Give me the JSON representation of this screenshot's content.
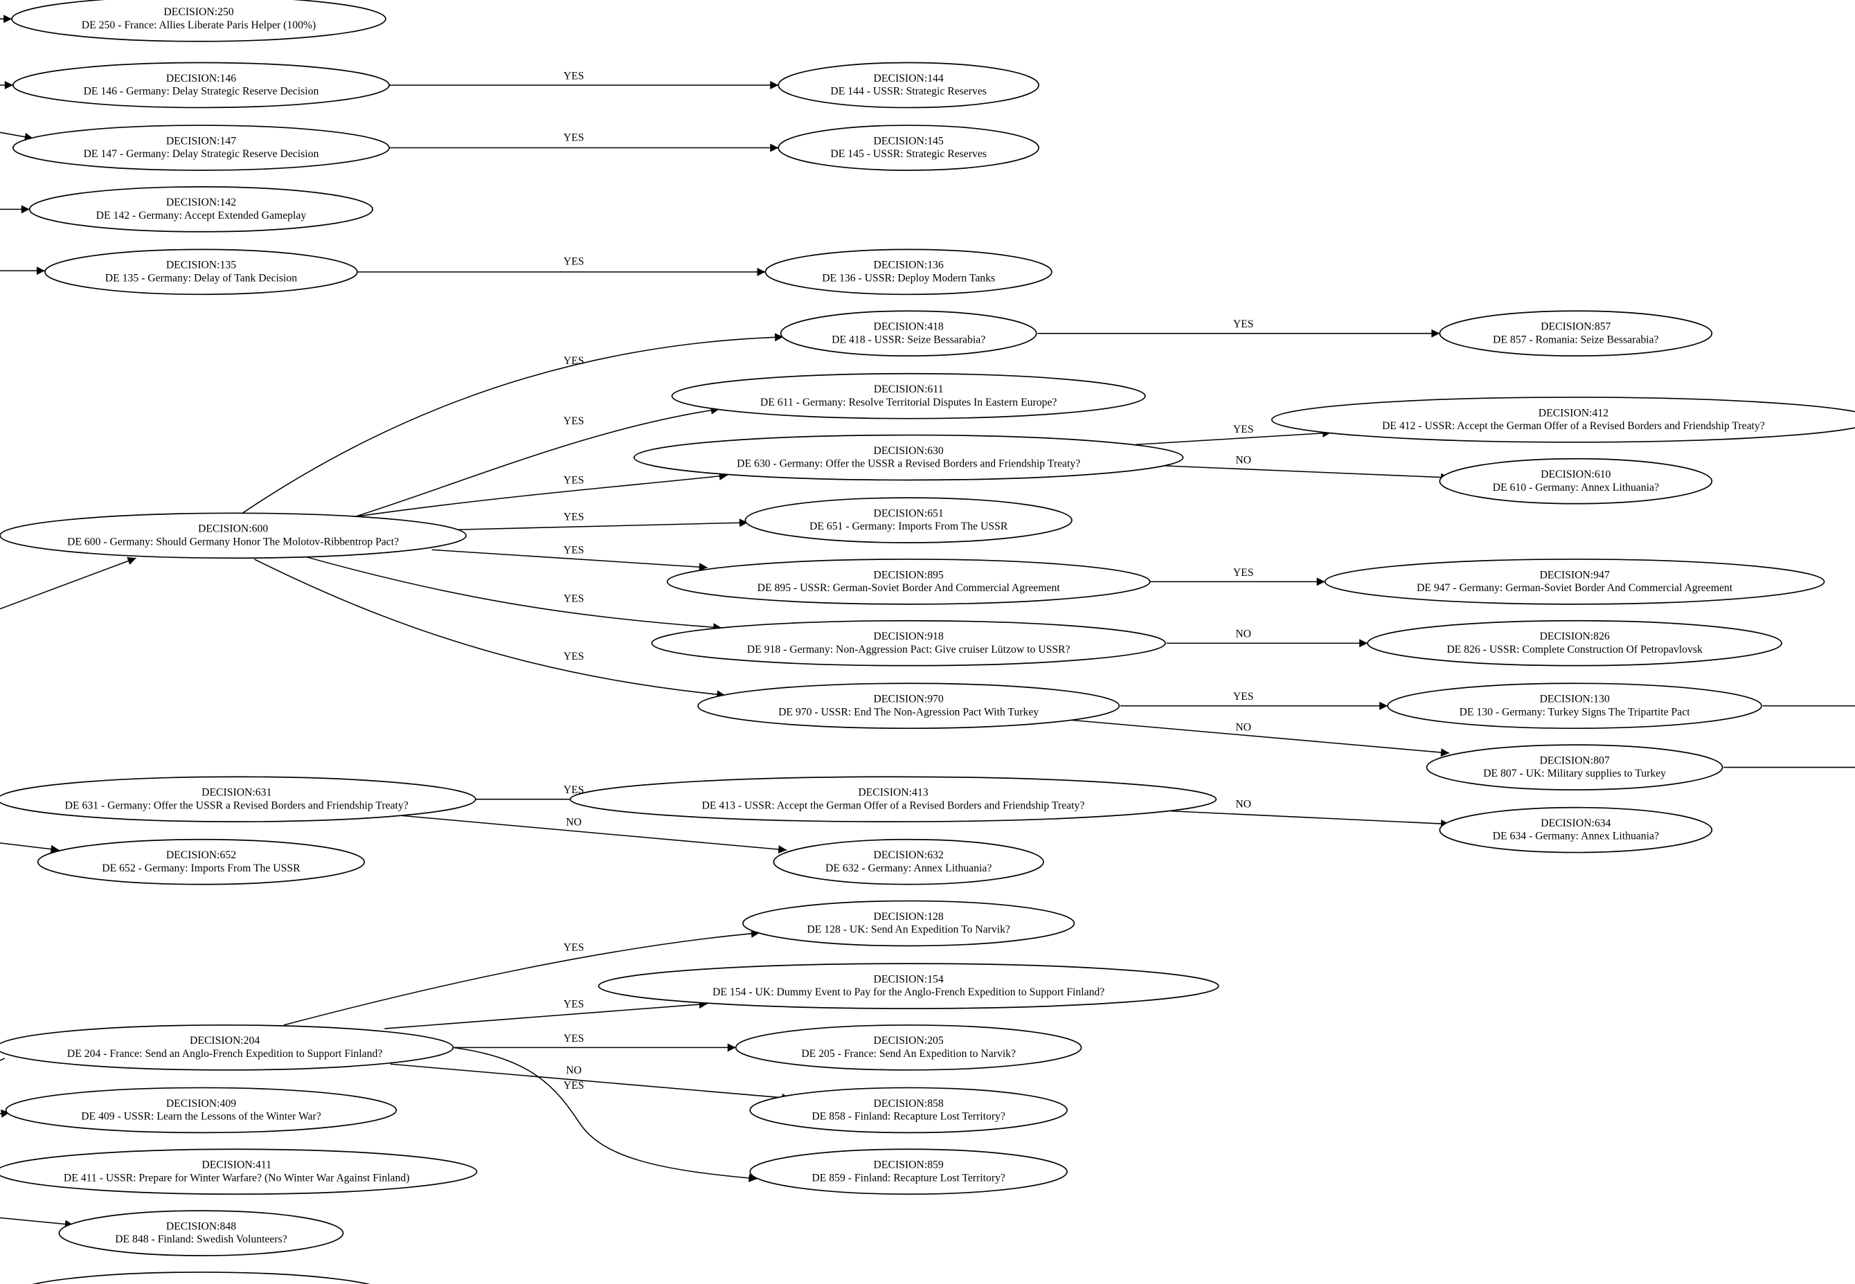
{
  "nodes": [
    {
      "id": "250",
      "title": "DECISION:250",
      "desc": "DE 250 - France: Allies Liberate Paris Helper (100%)"
    },
    {
      "id": "146",
      "title": "DECISION:146",
      "desc": "DE 146 - Germany: Delay Strategic Reserve Decision"
    },
    {
      "id": "144",
      "title": "DECISION:144",
      "desc": "DE 144 - USSR: Strategic Reserves"
    },
    {
      "id": "147",
      "title": "DECISION:147",
      "desc": "DE 147 - Germany: Delay Strategic Reserve Decision"
    },
    {
      "id": "145",
      "title": "DECISION:145",
      "desc": "DE 145 - USSR: Strategic Reserves"
    },
    {
      "id": "142",
      "title": "DECISION:142",
      "desc": "DE 142 - Germany: Accept Extended Gameplay"
    },
    {
      "id": "135",
      "title": "DECISION:135",
      "desc": "DE 135 - Germany: Delay of Tank Decision"
    },
    {
      "id": "136",
      "title": "DECISION:136",
      "desc": "DE 136 - USSR: Deploy Modern Tanks"
    },
    {
      "id": "418",
      "title": "DECISION:418",
      "desc": "DE 418 - USSR: Seize Bessarabia?"
    },
    {
      "id": "857",
      "title": "DECISION:857",
      "desc": "DE 857 - Romania: Seize Bessarabia?"
    },
    {
      "id": "611",
      "title": "DECISION:611",
      "desc": "DE 611 - Germany: Resolve Territorial Disputes In Eastern Europe?"
    },
    {
      "id": "412",
      "title": "DECISION:412",
      "desc": "DE 412 - USSR: Accept the German Offer of a Revised Borders and Friendship Treaty?"
    },
    {
      "id": "630",
      "title": "DECISION:630",
      "desc": "DE 630 - Germany: Offer the USSR a Revised Borders and Friendship Treaty?"
    },
    {
      "id": "610",
      "title": "DECISION:610",
      "desc": "DE 610 - Germany: Annex Lithuania?"
    },
    {
      "id": "600",
      "title": "DECISION:600",
      "desc": "DE 600 - Germany: Should Germany Honor The Molotov-Ribbentrop Pact?"
    },
    {
      "id": "651",
      "title": "DECISION:651",
      "desc": "DE 651 - Germany: Imports From The USSR"
    },
    {
      "id": "895",
      "title": "DECISION:895",
      "desc": "DE 895 - USSR: German-Soviet Border And Commercial Agreement"
    },
    {
      "id": "947",
      "title": "DECISION:947",
      "desc": "DE 947 - Germany: German-Soviet Border And Commercial Agreement"
    },
    {
      "id": "918",
      "title": "DECISION:918",
      "desc": "DE 918 - Germany: Non-Aggression Pact: Give cruiser Lützow to USSR?"
    },
    {
      "id": "826",
      "title": "DECISION:826",
      "desc": "DE 826 - USSR: Complete Construction Of Petropavlovsk"
    },
    {
      "id": "970",
      "title": "DECISION:970",
      "desc": "DE 970 - USSR: End The Non-Agression Pact With Turkey"
    },
    {
      "id": "130",
      "title": "DECISION:130",
      "desc": "DE 130 - Germany: Turkey Signs The Tripartite Pact"
    },
    {
      "id": "807",
      "title": "DECISION:807",
      "desc": "DE 807 - UK: Military supplies to Turkey"
    },
    {
      "id": "631",
      "title": "DECISION:631",
      "desc": "DE 631 - Germany: Offer the USSR a Revised Borders and Friendship Treaty?"
    },
    {
      "id": "413",
      "title": "DECISION:413",
      "desc": "DE 413 - USSR: Accept the German Offer of a Revised Borders and Friendship Treaty?"
    },
    {
      "id": "634",
      "title": "DECISION:634",
      "desc": "DE 634 - Germany: Annex Lithuania?"
    },
    {
      "id": "652",
      "title": "DECISION:652",
      "desc": "DE 652 - Germany: Imports From The USSR"
    },
    {
      "id": "632",
      "title": "DECISION:632",
      "desc": "DE 632 - Germany: Annex Lithuania?"
    },
    {
      "id": "128",
      "title": "DECISION:128",
      "desc": "DE 128 - UK: Send An Expedition To Narvik?"
    },
    {
      "id": "154",
      "title": "DECISION:154",
      "desc": "DE 154 - UK: Dummy Event to Pay for the Anglo-French Expedition to Support Finland?"
    },
    {
      "id": "204",
      "title": "DECISION:204",
      "desc": "DE 204 - France: Send an Anglo-French Expedition to Support Finland?"
    },
    {
      "id": "205",
      "title": "DECISION:205",
      "desc": "DE 205 - France: Send An Expedition to Narvik?"
    },
    {
      "id": "409",
      "title": "DECISION:409",
      "desc": "DE 409 - USSR: Learn the Lessons of the Winter War?"
    },
    {
      "id": "858",
      "title": "DECISION:858",
      "desc": "DE 858 - Finland: Recapture Lost Territory?"
    },
    {
      "id": "411",
      "title": "DECISION:411",
      "desc": "DE 411 - USSR: Prepare for Winter Warfare? (No Winter War Against Finland)"
    },
    {
      "id": "859",
      "title": "DECISION:859",
      "desc": "DE 859 - Finland: Recapture Lost Territory?"
    },
    {
      "id": "848",
      "title": "DECISION:848",
      "desc": "DE 848 - Finland: Swedish Volunteers?"
    }
  ],
  "edges": [
    {
      "from": "146",
      "to": "144",
      "label": "YES"
    },
    {
      "from": "147",
      "to": "145",
      "label": "YES"
    },
    {
      "from": "135",
      "to": "136",
      "label": "YES"
    },
    {
      "from": "418",
      "to": "857",
      "label": "YES"
    },
    {
      "from": "600",
      "to": "418",
      "label": "YES"
    },
    {
      "from": "600",
      "to": "611",
      "label": "YES"
    },
    {
      "from": "600",
      "to": "630",
      "label": "YES"
    },
    {
      "from": "600",
      "to": "651",
      "label": "YES"
    },
    {
      "from": "600",
      "to": "895",
      "label": "YES"
    },
    {
      "from": "600",
      "to": "918",
      "label": "YES"
    },
    {
      "from": "600",
      "to": "970",
      "label": "YES"
    },
    {
      "from": "630",
      "to": "412",
      "label": "YES"
    },
    {
      "from": "630",
      "to": "610",
      "label": "NO"
    },
    {
      "from": "895",
      "to": "947",
      "label": "YES"
    },
    {
      "from": "918",
      "to": "826",
      "label": "NO"
    },
    {
      "from": "970",
      "to": "130",
      "label": "YES"
    },
    {
      "from": "970",
      "to": "807",
      "label": "NO"
    },
    {
      "from": "631",
      "to": "413",
      "label": "YES"
    },
    {
      "from": "631",
      "to": "632",
      "label": "NO"
    },
    {
      "from": "413",
      "to": "634",
      "label": "NO"
    },
    {
      "from": "204",
      "to": "128",
      "label": "YES"
    },
    {
      "from": "204",
      "to": "154",
      "label": "YES"
    },
    {
      "from": "204",
      "to": "205",
      "label": "YES"
    },
    {
      "from": "204",
      "to": "858",
      "label": "NO"
    },
    {
      "from": "204",
      "to": "859",
      "label": "YES"
    }
  ]
}
